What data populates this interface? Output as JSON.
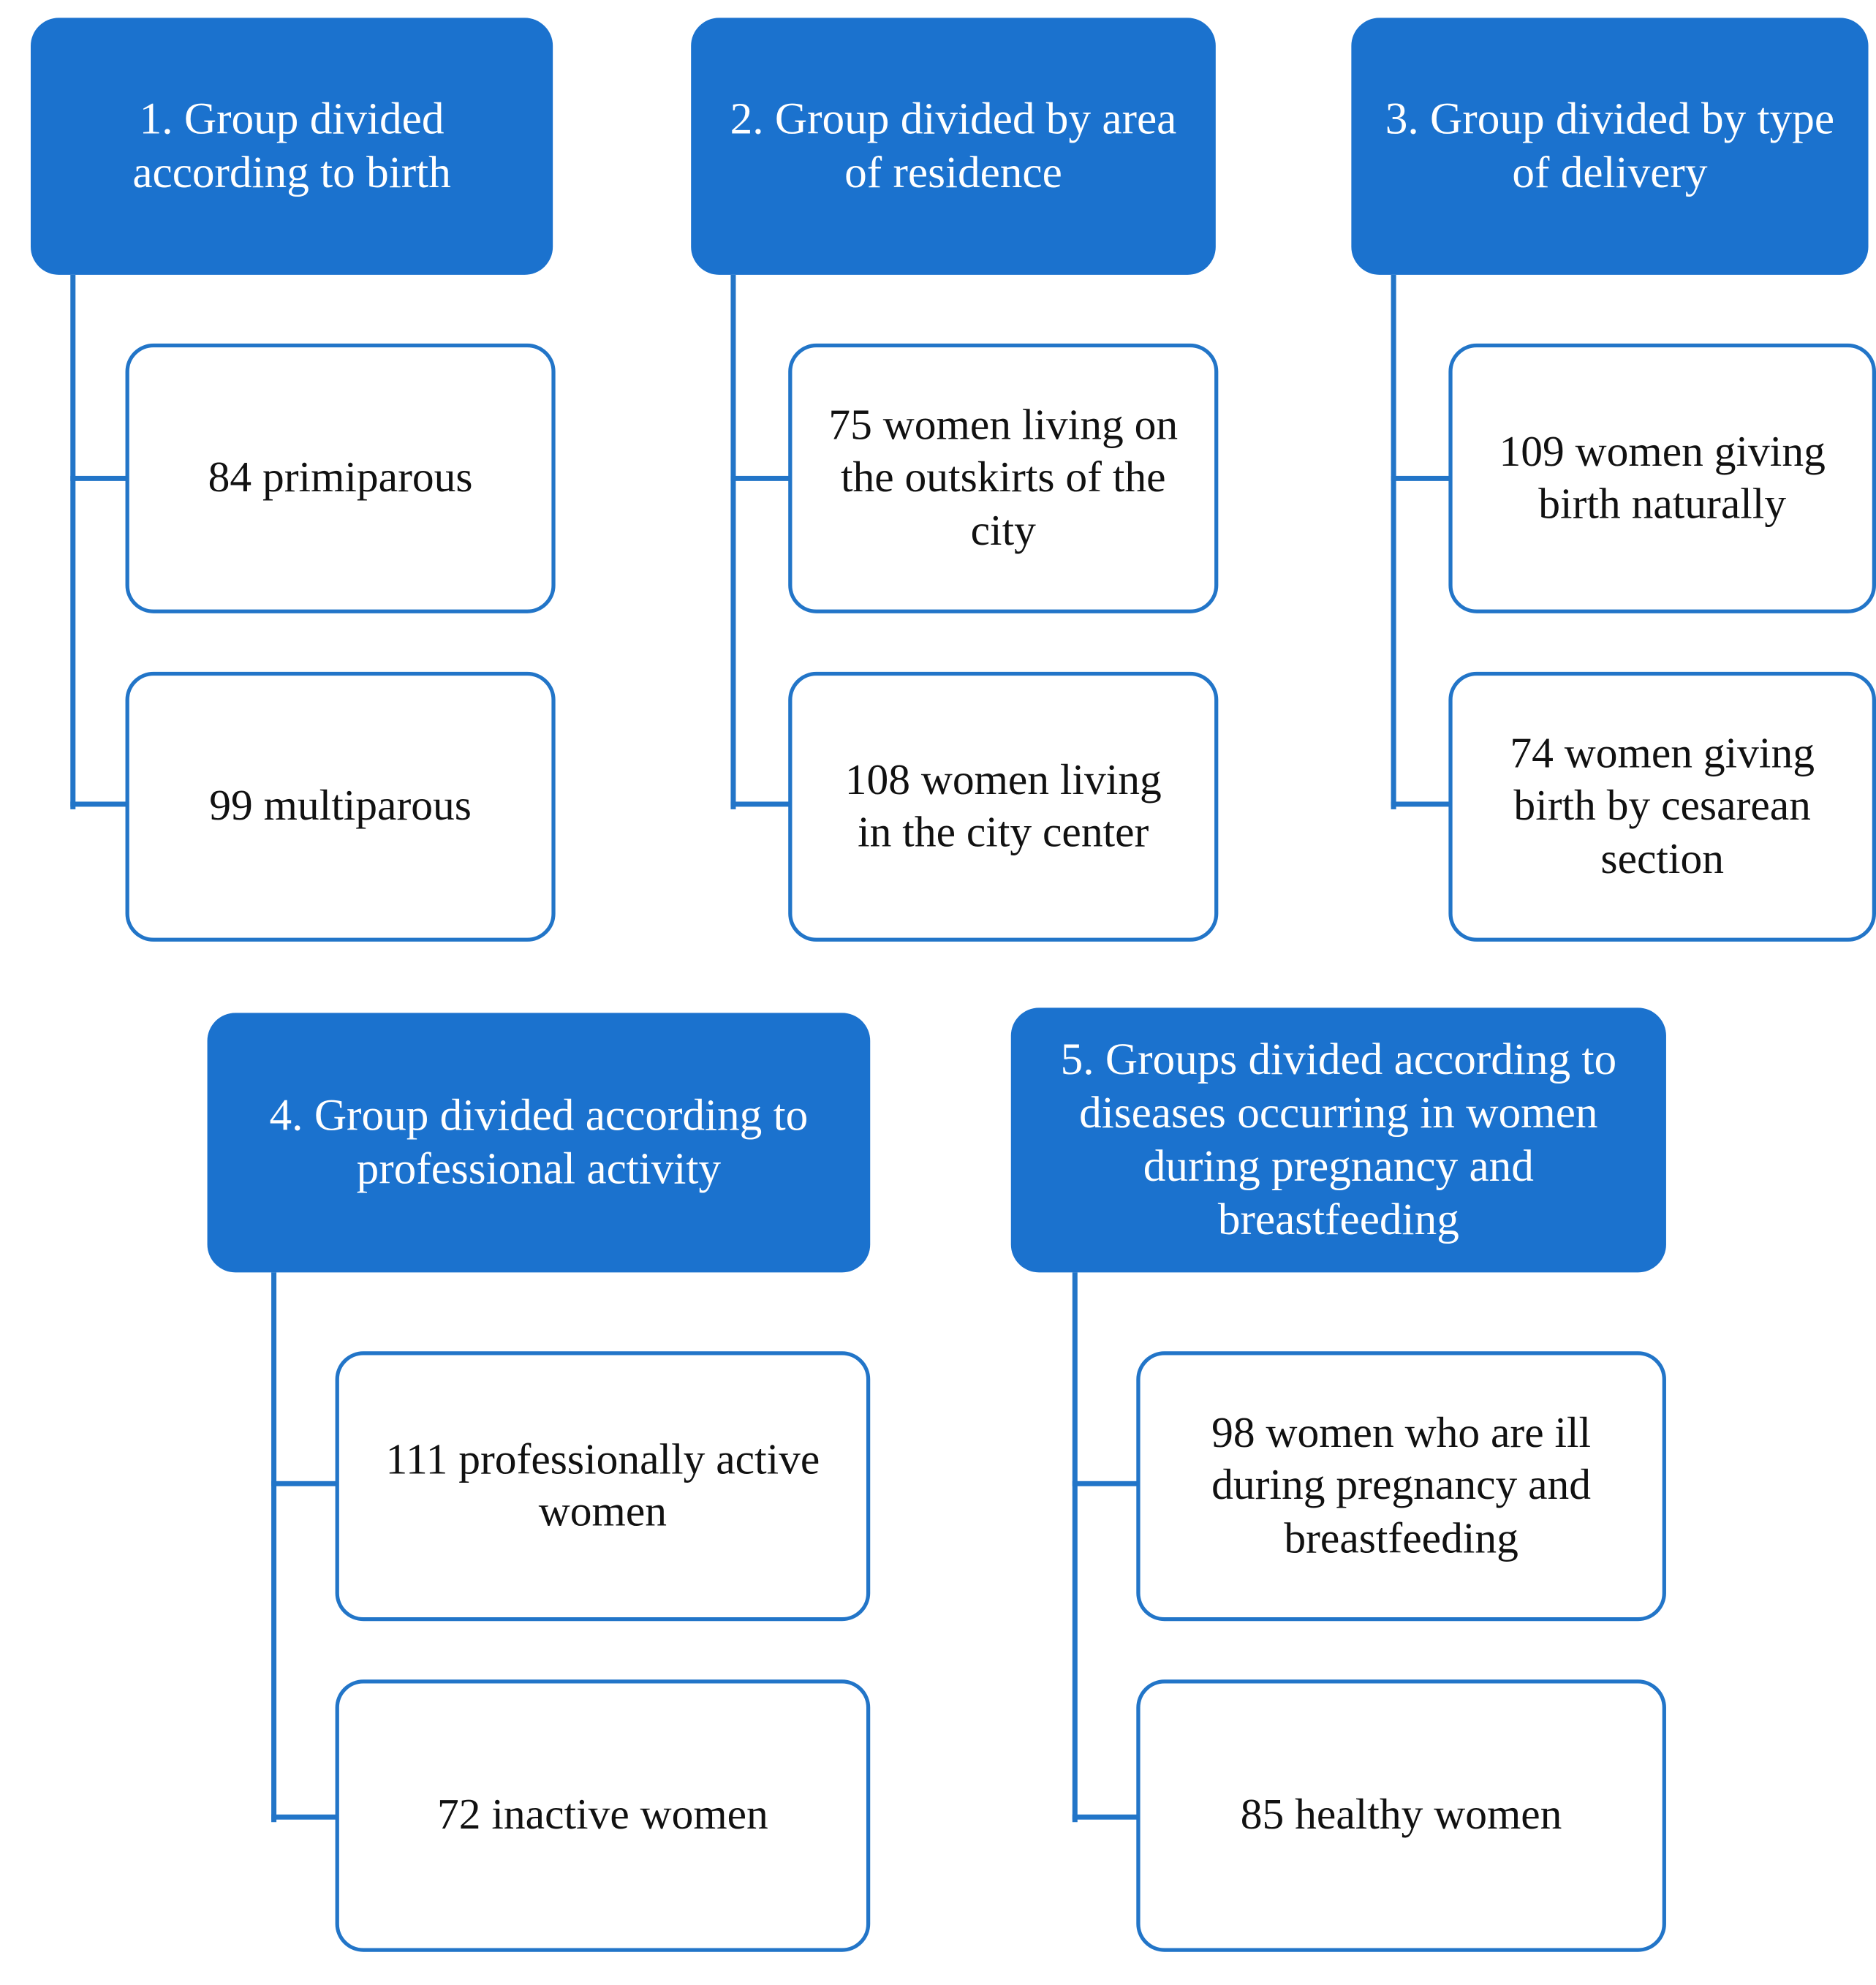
{
  "diagram": {
    "title": "Study group divisions flowchart",
    "accent_color": "#1B72CE",
    "connector_color": "#2275C8",
    "header_text_color": "#FFFFFF",
    "child_text_color": "#111111",
    "background_color": "#FFFFFF"
  },
  "groups": [
    {
      "header": "1. Group divided according to birth",
      "children": [
        {
          "label": "84 primiparous"
        },
        {
          "label": "99 multiparous"
        }
      ]
    },
    {
      "header": "2. Group divided by area of residence",
      "children": [
        {
          "label": "75 women living on the outskirts of the city"
        },
        {
          "label": "108 women living in the city center"
        }
      ]
    },
    {
      "header": "3. Group divided by type of delivery",
      "children": [
        {
          "label": "109 women giving birth naturally"
        },
        {
          "label": "74 women giving birth by cesarean section"
        }
      ]
    },
    {
      "header": "4. Group divided according to professional activity",
      "children": [
        {
          "label": "111 professionally active women"
        },
        {
          "label": "72 inactive women"
        }
      ]
    },
    {
      "header": "5. Groups divided according to diseases occurring in women during pregnancy and breastfeeding",
      "children": [
        {
          "label": "98 women who are ill during pregnancy and breastfeeding"
        },
        {
          "label": "85 healthy women"
        }
      ]
    }
  ]
}
